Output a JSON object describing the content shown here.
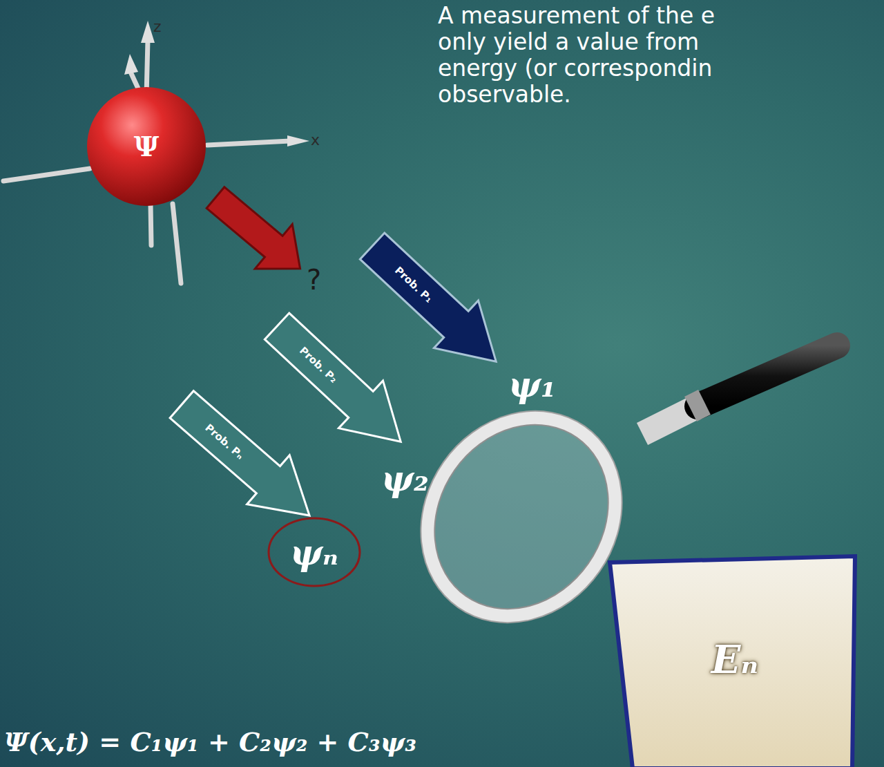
{
  "diagram": {
    "nodes": [
      {
        "text": [
          "Ψ"
        ]
      },
      {
        "text": [
          "Prob. P₁"
        ]
      },
      {
        "text": [
          "Prob. P₂"
        ]
      },
      {
        "text": [
          "Prob. Pₙ"
        ]
      },
      {
        "text": [
          "ψₙ"
        ]
      },
      {
        "text": [
          "Eₙ"
        ]
      }
    ],
    "labels": [
      "z",
      "x",
      "?",
      "ψ₁",
      "ψ₂",
      "A measurement of the e only yield a value from energy (or correspondin observable.",
      "Ψ(x,t) = C₁ψ₁ + C₂ψ₂ + C₃ψ₃"
    ]
  }
}
